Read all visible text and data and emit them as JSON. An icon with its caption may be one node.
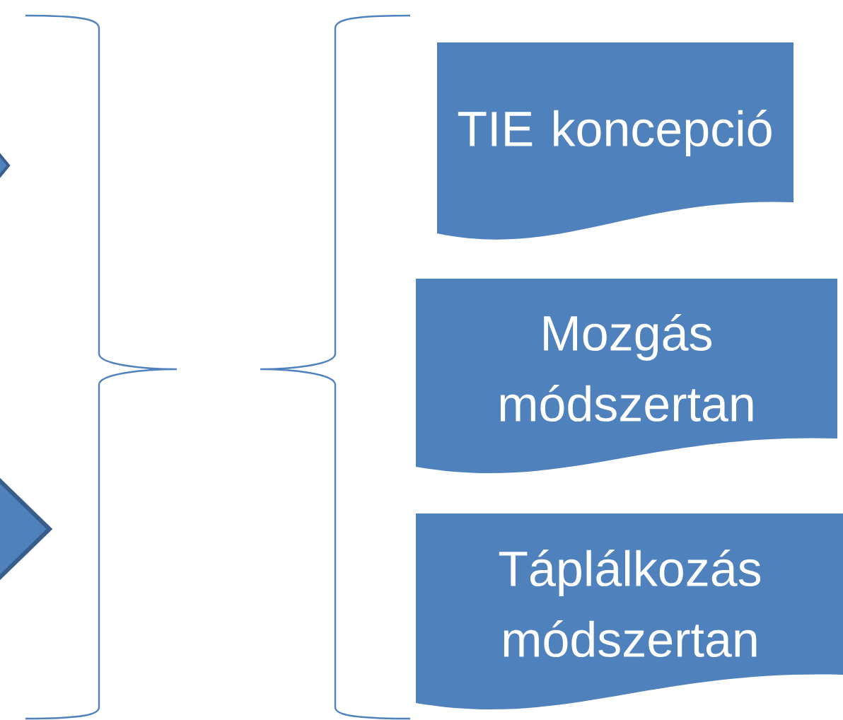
{
  "diagram": {
    "nodes": [
      {
        "text": [
          "TIE koncepció"
        ]
      },
      {
        "text": [
          "Mozgás módszertan"
        ]
      },
      {
        "text": [
          "Táplálkozás módszertan"
        ]
      }
    ]
  }
}
